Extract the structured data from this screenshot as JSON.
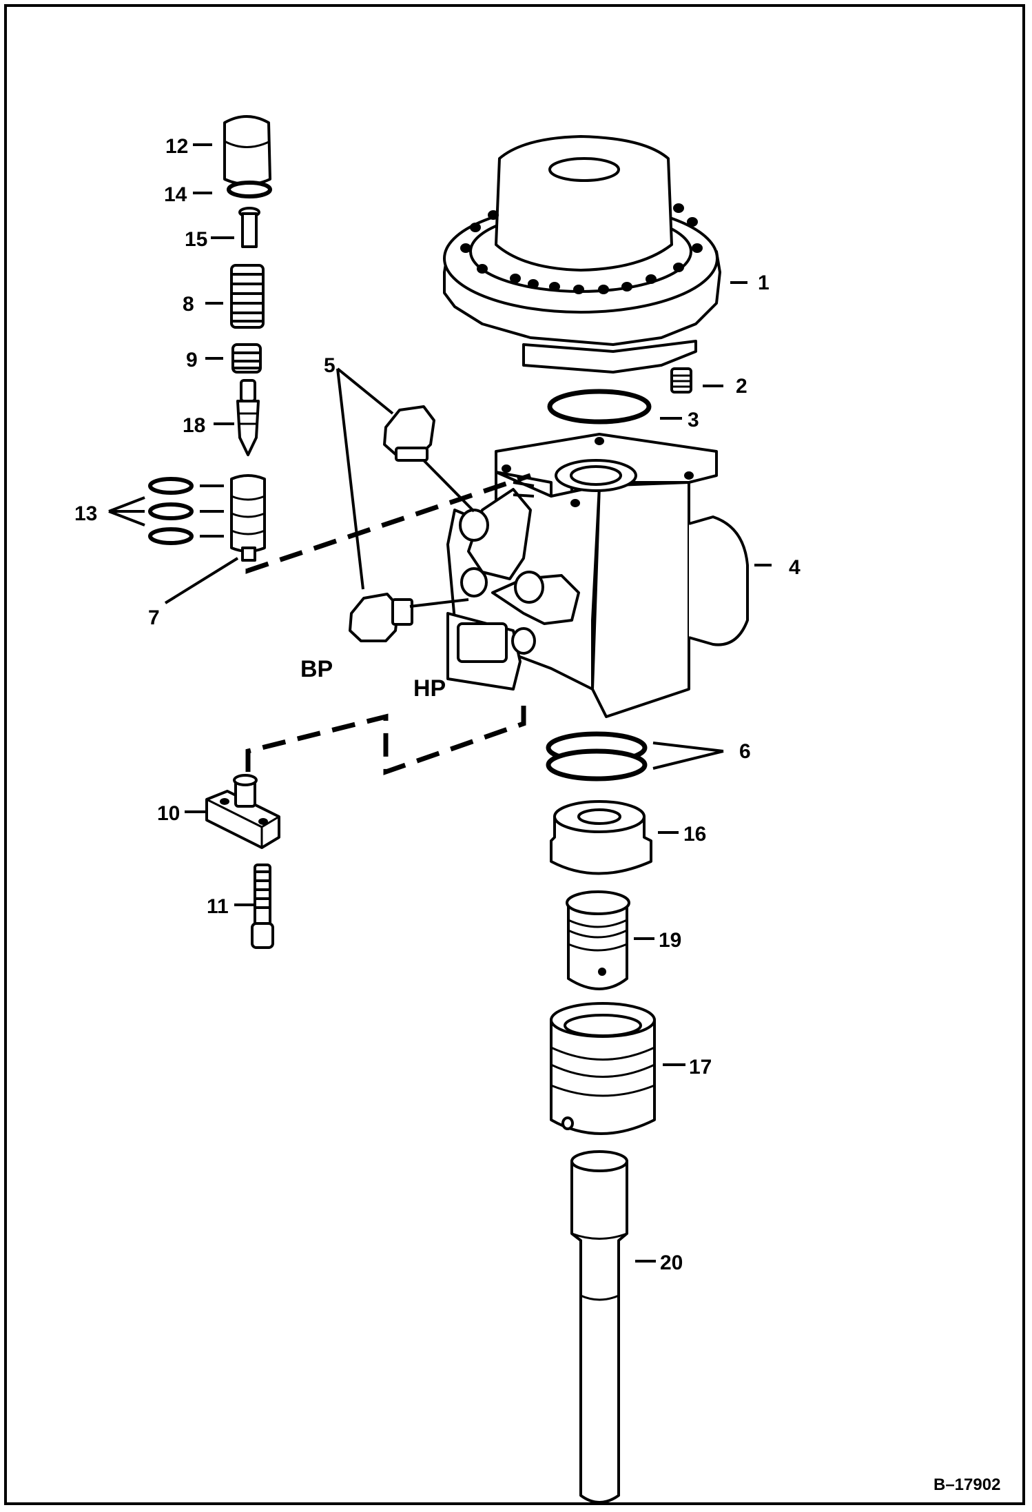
{
  "diagram": {
    "reference_code": "B–17902",
    "zone_labels": {
      "bp": "BP",
      "hp": "HP"
    },
    "callouts": [
      {
        "number": "1"
      },
      {
        "number": "2"
      },
      {
        "number": "3"
      },
      {
        "number": "4"
      },
      {
        "number": "5"
      },
      {
        "number": "6"
      },
      {
        "number": "7"
      },
      {
        "number": "8"
      },
      {
        "number": "9"
      },
      {
        "number": "10"
      },
      {
        "number": "11"
      },
      {
        "number": "12"
      },
      {
        "number": "13"
      },
      {
        "number": "14"
      },
      {
        "number": "15"
      },
      {
        "number": "16"
      },
      {
        "number": "17"
      },
      {
        "number": "18"
      },
      {
        "number": "19"
      },
      {
        "number": "20"
      }
    ]
  }
}
